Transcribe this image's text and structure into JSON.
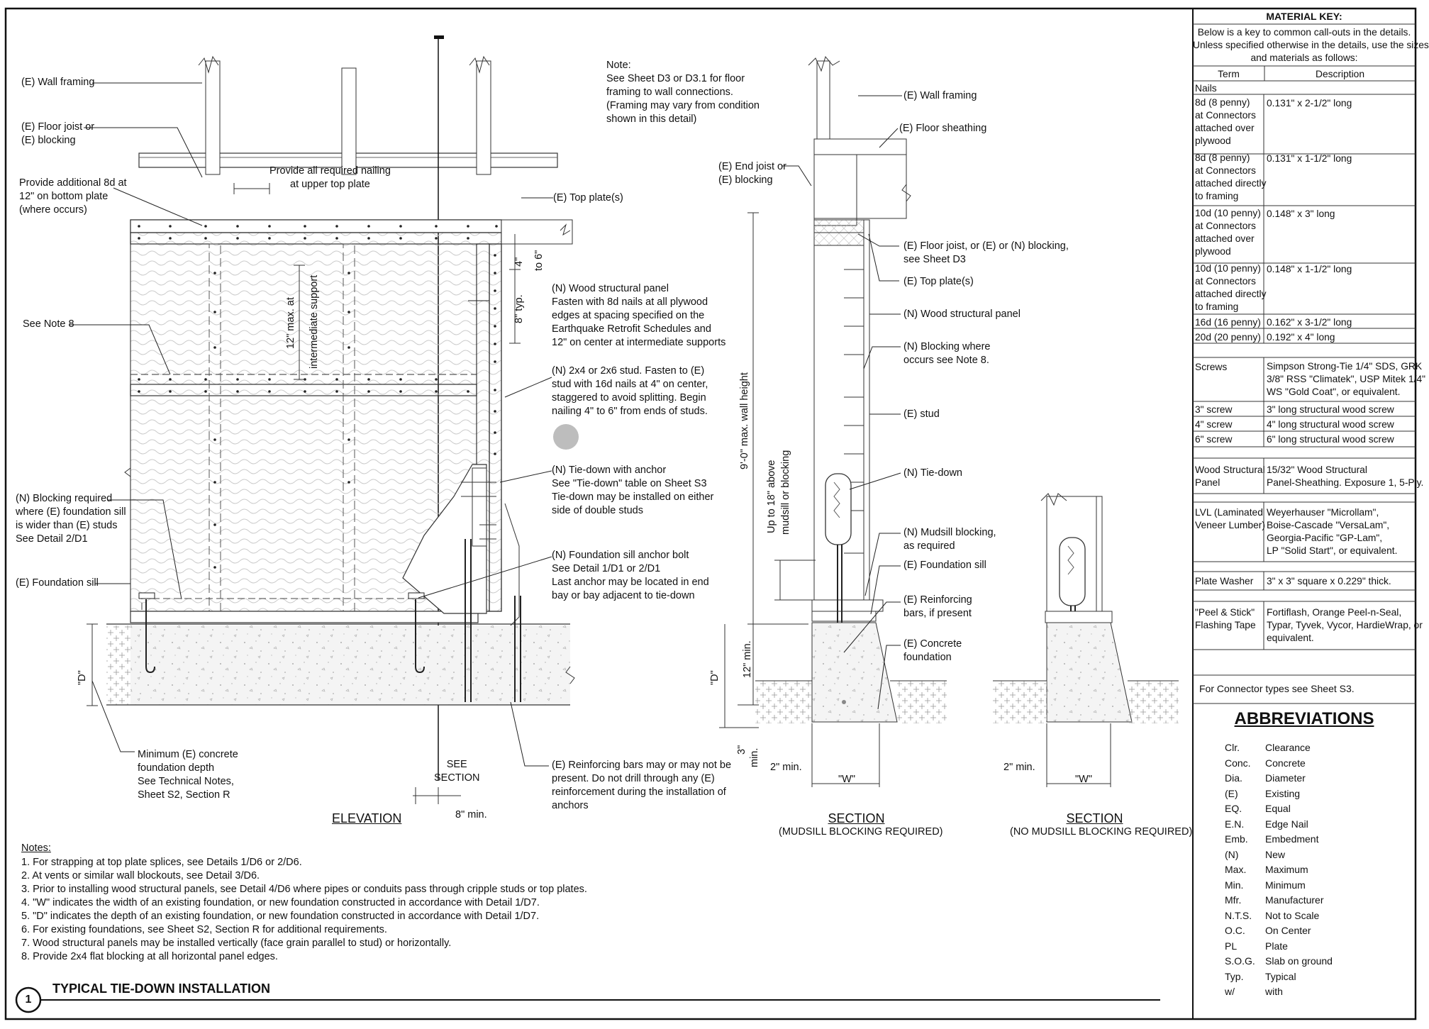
{
  "drawing": {
    "detail_number": "1",
    "detail_title": "TYPICAL TIE-DOWN INSTALLATION",
    "elevation_title": "ELEVATION",
    "section1_title": "SECTION",
    "section1_sub": "(MUDSILL BLOCKING REQUIRED)",
    "section2_title": "SECTION",
    "section2_sub": "(NO MUDSILL BLOCKING REQUIRED)",
    "note_top": "Note:\nSee Sheet D3 or D3.1 for floor\nframing to wall connections.\n(Framing may vary from condition\nshown in this detail)",
    "elevation_labels": {
      "wall_framing": "(E) Wall framing",
      "floor_joist": "(E) Floor joist or\n(E) blocking",
      "provide_8d": "Provide additional 8d at\n12\" on bottom plate\n(where occurs)",
      "upper_nailing": "Provide all required nailing\nat upper top plate",
      "top_plates": "(E) Top plate(s)",
      "see_note_8": "See Note 8",
      "wsp": "(N) Wood structural panel\nFasten with 8d nails at all plywood\nedges at spacing specified on the\nEarthquake Retrofit Schedules and\n12\" on center at intermediate supports",
      "stud": "(N) 2x4 or 2x6 stud. Fasten to (E)\nstud with 16d nails at 4\" on center,\nstaggered to avoid splitting. Begin\nnailing 4\" to 6\" from ends of studs.",
      "tiedown": "(N) Tie-down with anchor\nSee \"Tie-down\" table on Sheet S3\nTie-down may be installed on either\nside of double studs",
      "blocking_req": "(N) Blocking required\nwhere (E) foundation sill\nis wider than (E) studs\nSee Detail 2/D1",
      "sill": "(E) Foundation sill",
      "anchor_bolt": "(N) Foundation sill anchor bolt\nSee Detail 1/D1 or 2/D1\nLast anchor may be located in end\nbay or bay adjacent to tie-down",
      "min_depth": "Minimum (E) concrete\nfoundation depth\nSee Technical Notes,\nSheet S2, Section R",
      "see_section": "SEE\nSECTION",
      "rebar": "(E) Reinforcing bars may or may not be\npresent. Do not drill through any (E)\nreinforcement during the installation of\nanchors",
      "dim_8min": "8\" min.",
      "dim_D": "\"D\"",
      "dim_12max": "12\" max. at",
      "dim_intsup": "intermediate support",
      "dim_4": "4\"",
      "dim_to6": "to 6\"",
      "dim_8typ": "8\" typ."
    },
    "section_labels": {
      "wall_framing": "(E) Wall framing",
      "floor_sheathing": "(E) Floor sheathing",
      "end_joist": "(E) End joist or\n(E) blocking",
      "floor_joist": "(E) Floor joist, or (E) or (N) blocking,\nsee Sheet D3",
      "top_plate": "(E) Top plate(s)",
      "wsp": "(N) Wood structural panel",
      "blocking": "(N) Blocking where\noccurs see Note 8.",
      "stud": "(E) stud",
      "tiedown": "(N) Tie-down",
      "mudsill_blocking": "(N) Mudsill blocking,\nas required",
      "sill": "(E) Foundation sill",
      "rebar": "(E) Reinforcing\nbars, if present",
      "foundation": "(E) Concrete\nfoundation",
      "wall_height": "9'-0\" max. wall height",
      "up_to_18": "Up to 18\" above",
      "mudsill_or_blocking": "mudsill or blocking",
      "dim_D": "\"D\"",
      "dim_12min": "12\" min.",
      "dim_3": "3\"",
      "dim_min": "min.",
      "dim_2min": "2\" min.",
      "dim_W": "\"W\"",
      "dim_2min_b": "2\" min.",
      "dim_W_b": "\"W\""
    },
    "notes_heading": "Notes:",
    "notes": [
      "1. For strapping at top plate splices, see Details 1/D6 or 2/D6.",
      "2. At vents or similar wall blockouts, see Detail 3/D6.",
      "3. Prior to installing wood structural panels, see Detail 4/D6 where pipes or conduits pass through cripple studs or top plates.",
      "4. \"W\" indicates the width of an existing foundation, or new foundation constructed in accordance with Detail 1/D7.",
      "5. \"D\" indicates the depth of an existing foundation, or new foundation constructed in accordance with Detail 1/D7.",
      "6. For existing foundations, see Sheet S2, Section R for additional requirements.",
      "7. Wood structural panels may be installed vertically (face grain parallel to stud) or horizontally.",
      "8. Provide 2x4 flat blocking at all horizontal panel edges."
    ]
  },
  "material_key": {
    "title": "MATERIAL KEY:",
    "intro": "Below is a key to common call-outs in the details.\nUnless specified otherwise in the details, use the sizes\nand materials as follows:",
    "col_term": "Term",
    "col_desc": "Description",
    "nails_heading": "Nails",
    "nails": [
      {
        "term": "8d (8 penny)\nat Connectors\nattached over\nplywood",
        "desc": "0.131\" x 2-1/2\" long"
      },
      {
        "term": "8d (8 penny)\nat Connectors\nattached directly\nto framing",
        "desc": "0.131\" x 1-1/2\" long"
      },
      {
        "term": "10d (10 penny)\nat Connectors\nattached over\nplywood",
        "desc": "0.148\" x 3\" long"
      },
      {
        "term": "10d (10 penny)\nat Connectors\nattached directly\nto framing",
        "desc": "0.148\" x 1-1/2\" long"
      },
      {
        "term": "16d (16 penny)",
        "desc": "0.162\" x 3-1/2\" long"
      },
      {
        "term": "20d (20 penny)",
        "desc": "0.192\" x 4\" long"
      }
    ],
    "screws_term": "Screws",
    "screws_desc": "Simpson Strong-Tie 1/4\" SDS, GRK\n3/8\" RSS \"Climatek\", USP Mitek 1/4\"\nWS \"Gold Coat\", or equivalent.",
    "screws": [
      {
        "term": "3\" screw",
        "desc": "3\" long structural wood screw"
      },
      {
        "term": "4\" screw",
        "desc": "4\" long structural wood screw"
      },
      {
        "term": "6\" screw",
        "desc": "6\" long structural wood screw"
      }
    ],
    "wsp_term": "Wood Structural\nPanel",
    "wsp_desc": "15/32\" Wood Structural\nPanel-Sheathing. Exposure 1, 5-Ply.",
    "lvl_term": "LVL (Laminated\nVeneer Lumber)",
    "lvl_desc": "Weyerhauser \"Microllam\",\nBoise-Cascade \"VersaLam\",\nGeorgia-Pacific \"GP-Lam\",\nLP \"Solid Start\", or equivalent.",
    "washer_term": "Plate Washer",
    "washer_desc": "3\" x 3\" square x 0.229\" thick.",
    "tape_term": "\"Peel & Stick\"\nFlashing Tape",
    "tape_desc": "Fortiflash, Orange Peel-n-Seal,\nTypar, Tyvek, Vycor, HardieWrap, or\nequivalent.",
    "connector_note": "For Connector types see Sheet S3."
  },
  "abbreviations": {
    "title": "ABBREVIATIONS",
    "items": [
      {
        "abbr": "Clr.",
        "meaning": "Clearance"
      },
      {
        "abbr": "Conc.",
        "meaning": "Concrete"
      },
      {
        "abbr": "Dia.",
        "meaning": "Diameter"
      },
      {
        "abbr": "(E)",
        "meaning": "Existing"
      },
      {
        "abbr": "EQ.",
        "meaning": "Equal"
      },
      {
        "abbr": "E.N.",
        "meaning": "Edge Nail"
      },
      {
        "abbr": "Emb.",
        "meaning": "Embedment"
      },
      {
        "abbr": "(N)",
        "meaning": "New"
      },
      {
        "abbr": "Max.",
        "meaning": "Maximum"
      },
      {
        "abbr": "Min.",
        "meaning": "Minimum"
      },
      {
        "abbr": "Mfr.",
        "meaning": "Manufacturer"
      },
      {
        "abbr": "N.T.S.",
        "meaning": "Not to Scale"
      },
      {
        "abbr": "O.C.",
        "meaning": "On Center"
      },
      {
        "abbr": "PL",
        "meaning": "Plate"
      },
      {
        "abbr": "S.O.G.",
        "meaning": "Slab on ground"
      },
      {
        "abbr": "Typ.",
        "meaning": "Typical"
      },
      {
        "abbr": "w/",
        "meaning": "with"
      }
    ]
  }
}
